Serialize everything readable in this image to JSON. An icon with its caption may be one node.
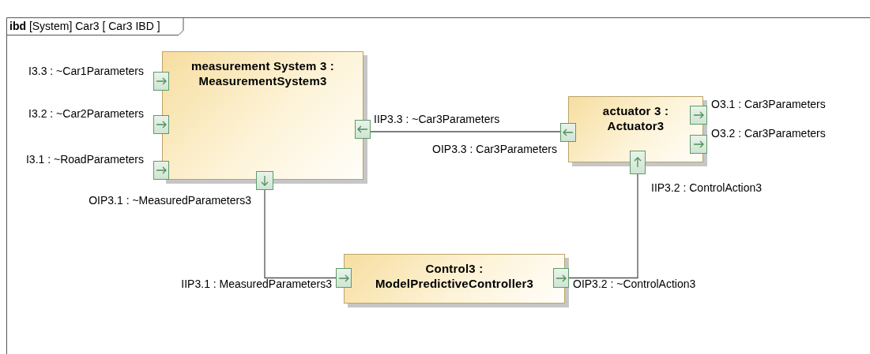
{
  "diagram": {
    "title": "**ibd** [System] Car3 [ Car3 IBD ]",
    "nodes": [
      {
        "text": [
          "measurement System 3 : MeasurementSystem3"
        ]
      },
      {
        "text": [],
        "shape": "box",
        "beside": [
          "I3.3 : ~Car1Parameters"
        ]
      },
      {
        "text": [],
        "shape": "box",
        "beside": [
          "I3.2 : ~Car2Parameters"
        ]
      },
      {
        "text": [],
        "shape": "box",
        "beside": [
          "I3.1 : ~RoadParameters"
        ]
      },
      {
        "text": [],
        "shape": "box",
        "beside": [
          "IIP3.3 : ~Car3Parameters"
        ]
      },
      {
        "text": [],
        "shape": "box",
        "beside": [
          "OIP3.1 : ~MeasuredParameters3"
        ]
      },
      {
        "text": [
          "actuator 3 : Actuator3"
        ]
      },
      {
        "text": [],
        "shape": "box",
        "beside": [
          "OIP3.3 : Car3Parameters"
        ]
      },
      {
        "text": [],
        "shape": "box",
        "beside": [
          "O3.1 : Car3Parameters"
        ]
      },
      {
        "text": [],
        "shape": "box",
        "beside": [
          "O3.2 : Car3Parameters"
        ]
      },
      {
        "text": [],
        "shape": "box",
        "beside": [
          "IIP3.2 : ControlAction3"
        ]
      },
      {
        "text": [
          "Control3 : ModelPredictiveController3"
        ]
      },
      {
        "text": [],
        "shape": "box",
        "beside": [
          "IIP3.1 : MeasuredParameters3"
        ]
      },
      {
        "text": [],
        "shape": "box",
        "beside": [
          "OIP3.2 : ~ControlAction3"
        ]
      }
    ],
    "edges": [
      {
        "from": 7,
        "to": 4,
        "arrow": "none"
      },
      {
        "from": 5,
        "to": 12,
        "arrow": "none"
      },
      {
        "from": 13,
        "to": 10,
        "arrow": "none"
      }
    ]
  }
}
